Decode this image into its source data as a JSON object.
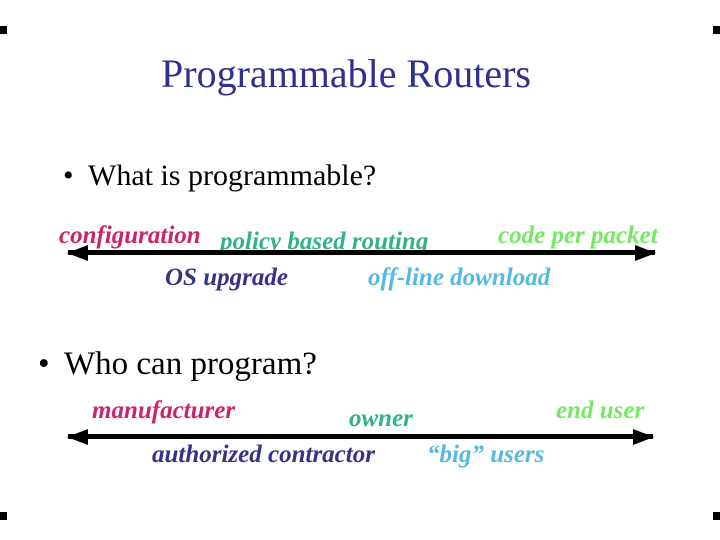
{
  "slide": {
    "title": "Programmable Routers",
    "palette": {
      "title": "#2e3192",
      "body_text": "#000000",
      "arrow": "#000000",
      "crimson": "#cc2468",
      "teal": "#33b289",
      "light_green": "#77e863",
      "navy": "#333389",
      "sky_blue": "#55b9e2",
      "background": "#ffffff"
    },
    "bullets": [
      {
        "marker": "•",
        "text": "What is programmable?"
      },
      {
        "marker": "•",
        "text": "Who can program?"
      }
    ],
    "spectrums": [
      {
        "name": "what-is-programmable-spectrum",
        "above": [
          {
            "label": "configuration",
            "color": "#cc2468"
          },
          {
            "label": "policy based routing",
            "color": "#33b289"
          },
          {
            "label": "code per packet",
            "color": "#77e863"
          }
        ],
        "below": [
          {
            "label": "OS upgrade",
            "color": "#333389"
          },
          {
            "label": "off-line download",
            "color": "#55b9e2"
          }
        ]
      },
      {
        "name": "who-can-program-spectrum",
        "above": [
          {
            "label": "manufacturer",
            "color": "#cc2468"
          },
          {
            "label": "owner",
            "color": "#33b289"
          },
          {
            "label": "end user",
            "color": "#77e863"
          }
        ],
        "below": [
          {
            "label": "authorized contractor",
            "color": "#333389"
          },
          {
            "label": "“big” users",
            "color": "#55b9e2"
          }
        ]
      }
    ]
  }
}
